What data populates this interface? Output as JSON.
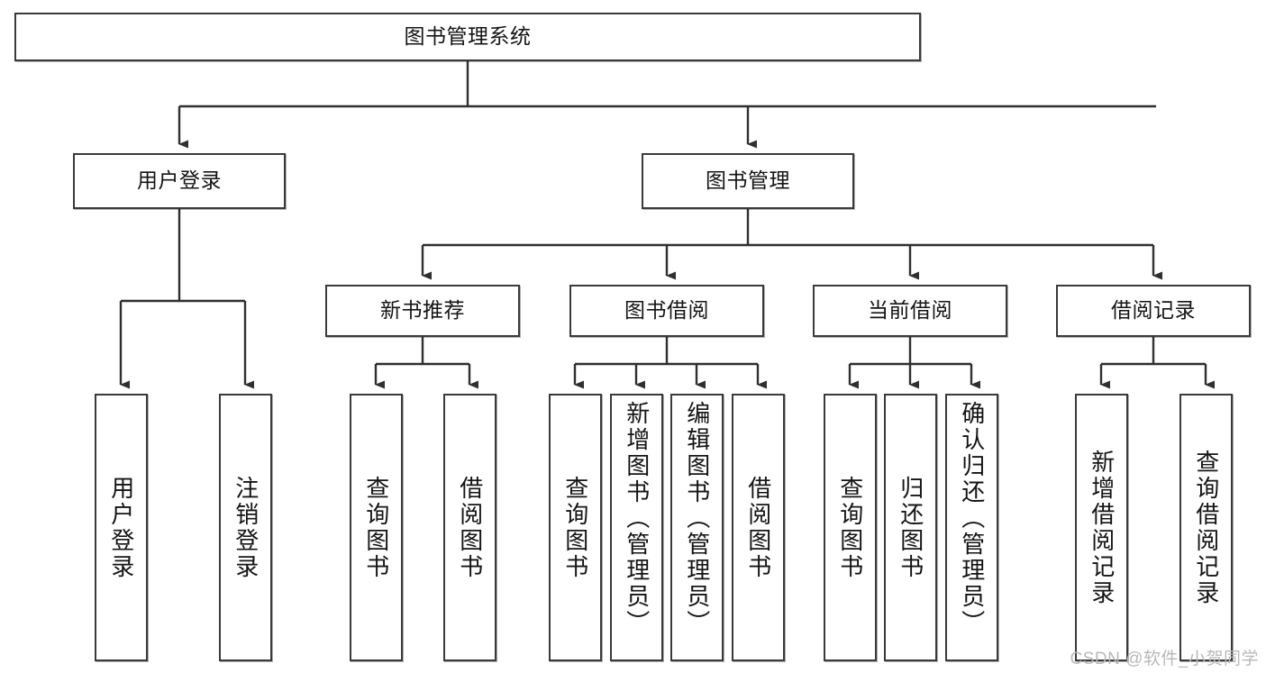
{
  "diagram": {
    "type": "tree-structure-chart",
    "title": "图书管理系统",
    "colors": {
      "box_border": "#3a3a3a",
      "box_fill": "#ffffff",
      "connector": "#2f2f2f",
      "text": "#141414",
      "watermark": "#b9b9b9"
    },
    "root": {
      "label": "图书管理系统"
    },
    "level2": [
      {
        "label": "用户登录"
      },
      {
        "label": "图书管理"
      }
    ],
    "level3": [
      {
        "label": "新书推荐"
      },
      {
        "label": "图书借阅"
      },
      {
        "label": "当前借阅"
      },
      {
        "label": "借阅记录"
      }
    ],
    "leaves": {
      "user_login": [
        {
          "label": "用户登录"
        },
        {
          "label": "注销登录"
        }
      ],
      "new_book_recommend": [
        {
          "label": "查询图书"
        },
        {
          "label": "借阅图书"
        }
      ],
      "book_borrow": [
        {
          "label": "查询图书"
        },
        {
          "label": "新增图书（管理员）"
        },
        {
          "label": "编辑图书（管理员）"
        },
        {
          "label": "借阅图书"
        }
      ],
      "current_borrow": [
        {
          "label": "查询图书"
        },
        {
          "label": "归还图书"
        },
        {
          "label": "确认归还（管理员）"
        }
      ],
      "borrow_record": [
        {
          "label": "新增借阅记录"
        },
        {
          "label": "查询借阅记录"
        }
      ]
    }
  },
  "watermark": {
    "text": "CSDN @软件_小贺同学"
  }
}
